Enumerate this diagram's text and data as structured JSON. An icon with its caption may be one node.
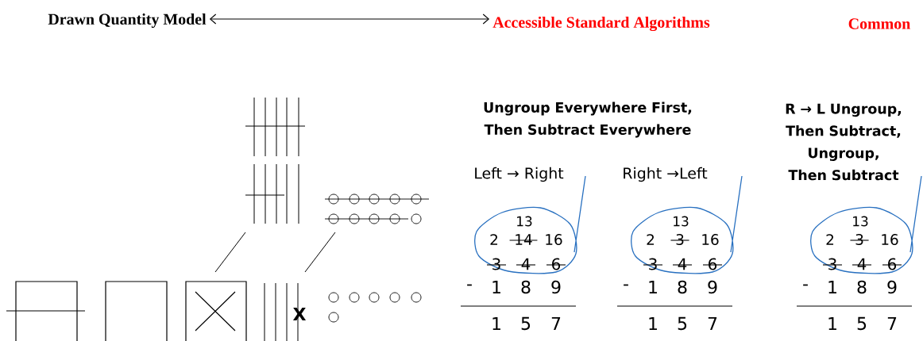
{
  "diagram": {
    "nodes": [
      {
        "text": [
          "Drawn Quantity Model"
        ]
      },
      {
        "text": [
          "Accessible Standard Algorithms"
        ]
      }
    ],
    "edges": [
      {
        "from": 0,
        "to": 1,
        "arrow": "both"
      }
    ],
    "labels": [
      "Common",
      "Ungroup Everywhere First, Then Subtract Everywhere",
      "R → L Ungroup, Then Subtract, Ungroup, Then Subtract",
      "Left → Right",
      "Right →Left",
      "X",
      "13",
      "2",
      "14",
      "16",
      "3",
      "4",
      "6",
      "-",
      "1",
      "8",
      "9",
      "1",
      "5",
      "7",
      "13",
      "2",
      "3",
      "16",
      "3",
      "4",
      "6",
      "-",
      "1",
      "8",
      "9",
      "1",
      "5",
      "7",
      "13",
      "2",
      "3",
      "16",
      "3",
      "4",
      "6",
      "-",
      "1",
      "8",
      "9",
      "1",
      "5",
      "7"
    ]
  }
}
